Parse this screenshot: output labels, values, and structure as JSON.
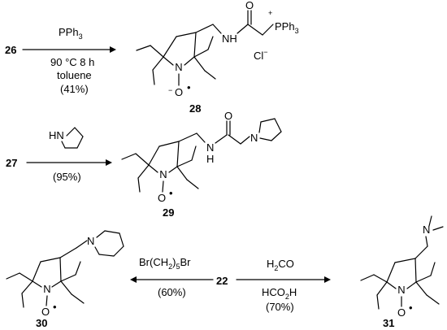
{
  "scheme": {
    "reaction1": {
      "reactant": "26",
      "reagent": "PPh",
      "reagent_sub": "3",
      "conditions": [
        "90 °C 8 h",
        "toluene",
        "(41%)"
      ],
      "product": "28",
      "counterion": "Cl",
      "counterion_charge": "−",
      "phosphonium_charge": "+",
      "phosphonium_label": "PPh",
      "phosphonium_sub": "3"
    },
    "reaction2": {
      "reactant": "27",
      "reagent_atom": "HN",
      "yield": "(95%)",
      "product": "29"
    },
    "reaction3": {
      "center": "22",
      "left_reagent": "Br(CH",
      "left_reagent_sub": "2",
      "left_reagent_tail": ")",
      "left_reagent_sub2": "5",
      "left_reagent_end": "Br",
      "left_yield": "(60%)",
      "left_product": "30",
      "right_reagent1_a": "H",
      "right_reagent1_sub": "2",
      "right_reagent1_b": "CO",
      "right_reagent2_a": "HCO",
      "right_reagent2_sub": "2",
      "right_reagent2_b": "H",
      "right_yield": "(70%)",
      "right_product": "31"
    },
    "atoms": {
      "N": "N",
      "O": "O",
      "NH": "NH",
      "H": "H",
      "radical": "•"
    }
  }
}
